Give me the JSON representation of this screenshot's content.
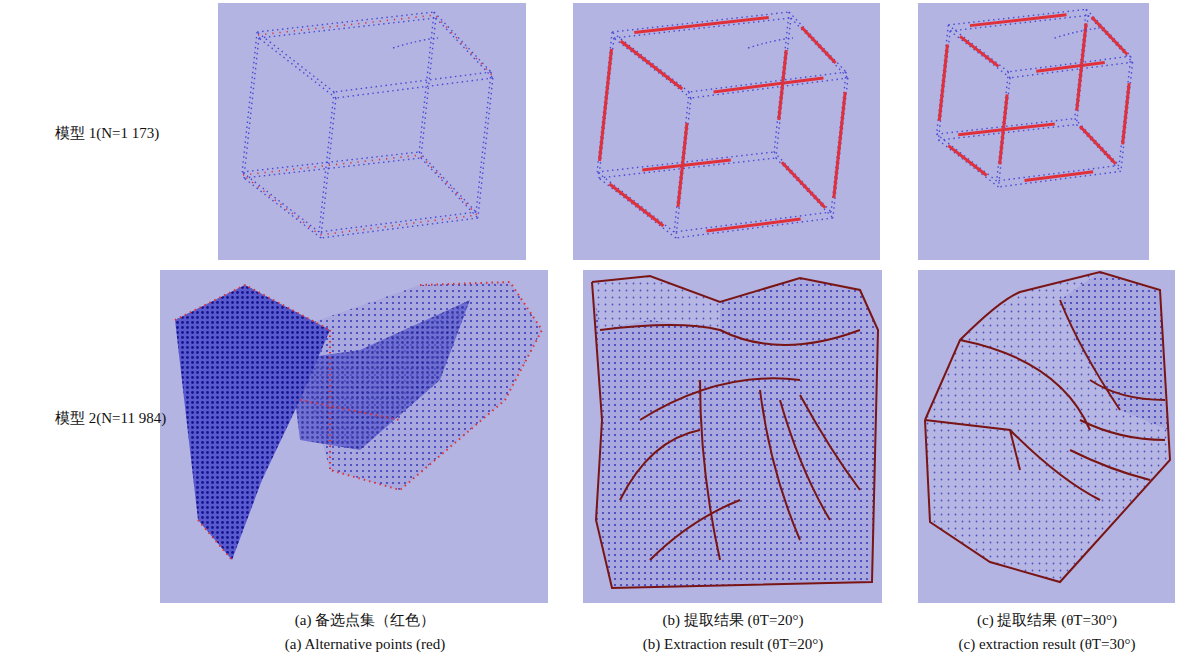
{
  "diagram": {
    "labels": [
      "模型 1(N=1 173)",
      "模型 2(N=11 984)",
      "(a) 备选点集（红色）",
      "(b) 提取结果 (θT=20°)",
      "(c) 提取结果 (θT=30°)",
      "(a) Alternative points (red)",
      "(b) Extraction result (θT=20°)",
      "(c) extraction result (θT=30°)"
    ]
  }
}
